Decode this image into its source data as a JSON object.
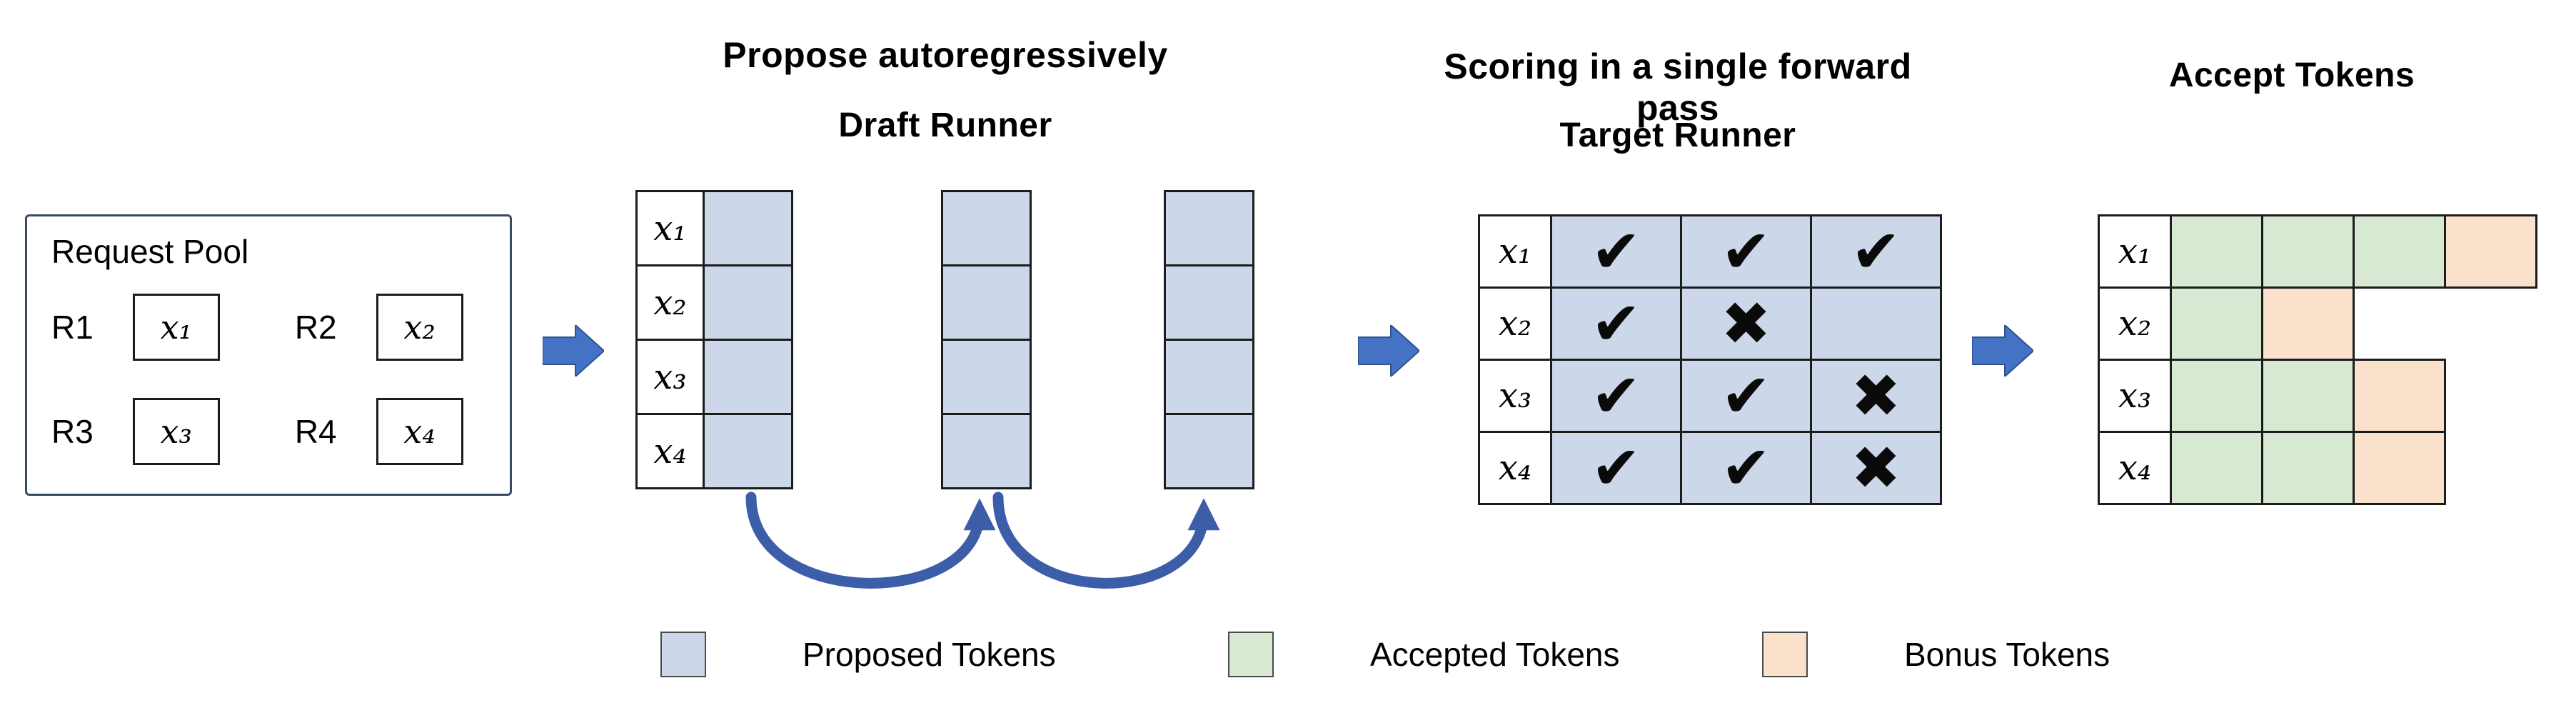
{
  "titles": {
    "propose": "Propose autoregressively",
    "draft_runner": "Draft Runner",
    "scoring": "Scoring in a single forward pass",
    "target_runner": "Target Runner",
    "accept": "Accept Tokens"
  },
  "request_pool": {
    "title": "Request Pool",
    "requests": [
      {
        "id": "R1",
        "token": "x₁"
      },
      {
        "id": "R2",
        "token": "x₂"
      },
      {
        "id": "R3",
        "token": "x₃"
      },
      {
        "id": "R4",
        "token": "x₄"
      }
    ]
  },
  "draft_runner": {
    "rows": 4,
    "columns": 3,
    "row_labels": [
      "x₁",
      "x₂",
      "x₃",
      "x₄"
    ]
  },
  "target_runner": {
    "row_labels": [
      "x₁",
      "x₂",
      "x₃",
      "x₄"
    ],
    "marks": [
      [
        "check",
        "check",
        "check"
      ],
      [
        "check",
        "cross",
        "none"
      ],
      [
        "check",
        "check",
        "cross"
      ],
      [
        "check",
        "check",
        "cross"
      ]
    ]
  },
  "accept_tokens": {
    "row_labels": [
      "x₁",
      "x₂",
      "x₃",
      "x₄"
    ],
    "cells": [
      [
        "accepted",
        "accepted",
        "accepted",
        "bonus"
      ],
      [
        "accepted",
        "bonus",
        "none",
        "none"
      ],
      [
        "accepted",
        "accepted",
        "bonus",
        "none"
      ],
      [
        "accepted",
        "accepted",
        "bonus",
        "none"
      ]
    ]
  },
  "legend": [
    {
      "label": "Proposed Tokens",
      "color_key": "proposed"
    },
    {
      "label": "Accepted Tokens",
      "color_key": "accepted"
    },
    {
      "label": "Bonus Tokens",
      "color_key": "bonus"
    }
  ],
  "glyphs": {
    "check": "✔",
    "cross": "✖"
  },
  "colors": {
    "proposed": "#cdd7ea",
    "accepted": "#d7e8d3",
    "bonus": "#f9e1cb",
    "arrow": "#4472c4",
    "arrow_outline": "#2f528f",
    "loop_arrow": "#3c5ea9",
    "grid_border": "#1c1c1c"
  }
}
